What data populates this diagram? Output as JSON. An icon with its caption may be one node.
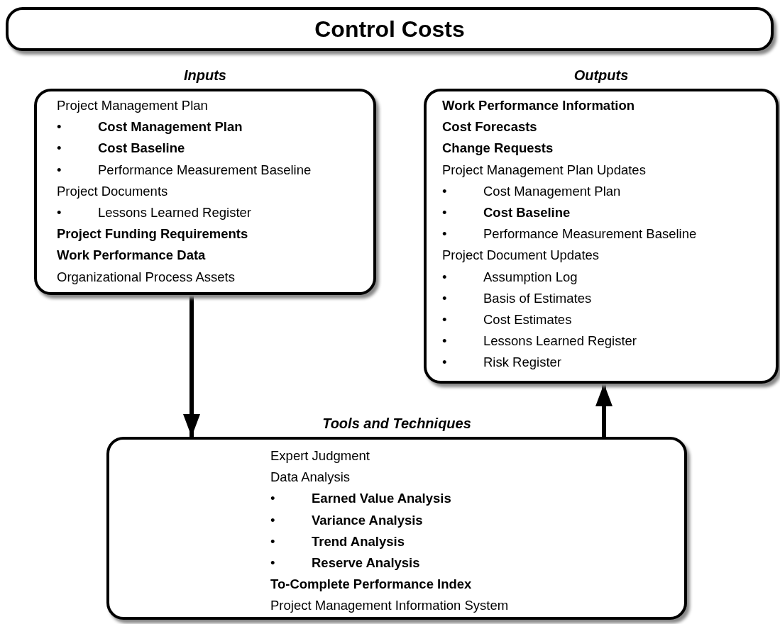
{
  "diagram": {
    "nodes": [
      {
        "text": [
          "Control Costs"
        ]
      },
      {
        "text": [
          "Inputs",
          "Project Management Plan",
          "•\t**Cost Management Plan**",
          "•\t**Cost Baseline**",
          "•\tPerformance Measurement Baseline",
          "Project Documents",
          "•\tLessons Learned Register",
          "**Project Funding Requirements**",
          "**Work Performance Data**",
          "Organizational Process Assets"
        ]
      },
      {
        "text": [
          "Outputs",
          "**Work Performance Information**",
          "**Cost Forecasts**",
          "**Change Requests**",
          "Project Management Plan Updates",
          "•\tCost Management Plan",
          "•\t**Cost Baseline**",
          "•\tPerformance Measurement Baseline",
          "Project Document Updates",
          "•\tAssumption Log",
          "•\tBasis of Estimates",
          "•\tCost Estimates",
          "•\tLessons Learned Register",
          "•\tRisk Register"
        ]
      },
      {
        "text": [
          "Tools and Techniques",
          "Expert Judgment",
          "Data Analysis",
          "•\t**Earned Value Analysis**",
          "•\t**Variance Analysis**",
          "•\t**Trend Analysis**",
          "•\t**Reserve Analysis**",
          "**To-Complete Performance Index**",
          "Project Management Information System"
        ]
      }
    ],
    "edges": [
      {
        "from": 1,
        "to": 3,
        "arrow": "to"
      },
      {
        "from": 3,
        "to": 2,
        "arrow": "to"
      }
    ]
  }
}
